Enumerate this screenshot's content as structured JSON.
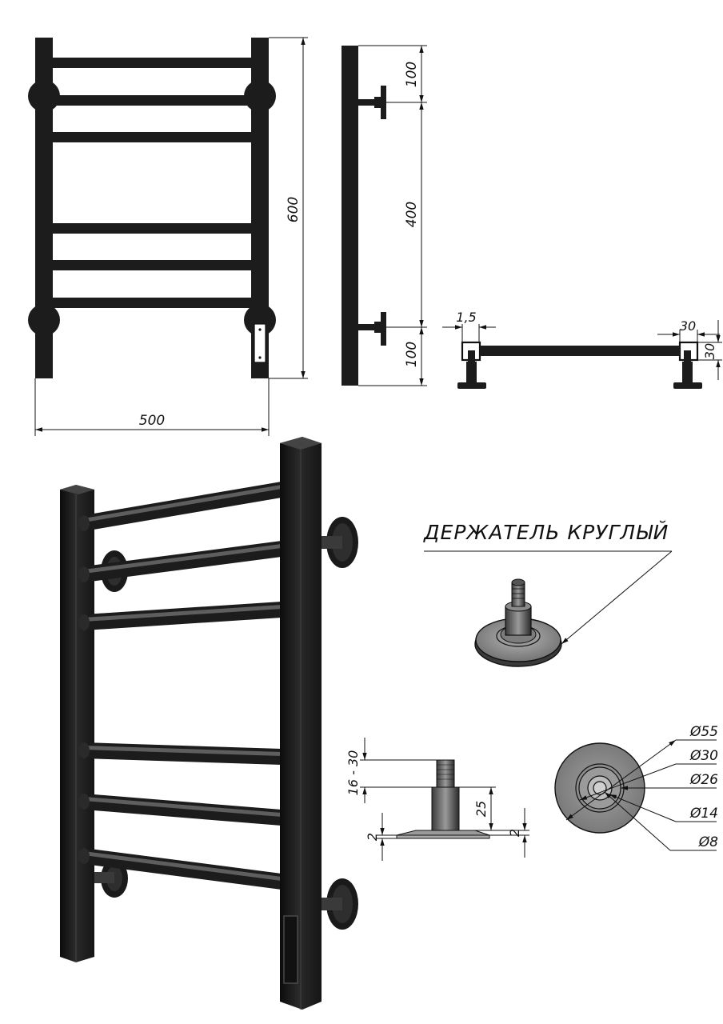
{
  "front_view": {
    "width_label": "500",
    "height_label": "600"
  },
  "side_view": {
    "top_label": "100",
    "middle_label": "400",
    "bottom_label": "100"
  },
  "top_view": {
    "wall_gap_label": "1,5",
    "profile_width_label": "30",
    "profile_height_label": "30"
  },
  "holder": {
    "title": "ДЕРЖАТЕЛЬ КРУГЛЫЙ",
    "thread_label": "16 - 30",
    "body_label": "25",
    "base_left_label": "2",
    "base_right_label": "2",
    "diameters": [
      "Ø55",
      "Ø30",
      "Ø26",
      "Ø14",
      "Ø8"
    ]
  },
  "colors": {
    "metal": "#1c1c1c",
    "metal_highlight": "#555555",
    "flange": "#8a8a8a",
    "line": "#111111"
  }
}
